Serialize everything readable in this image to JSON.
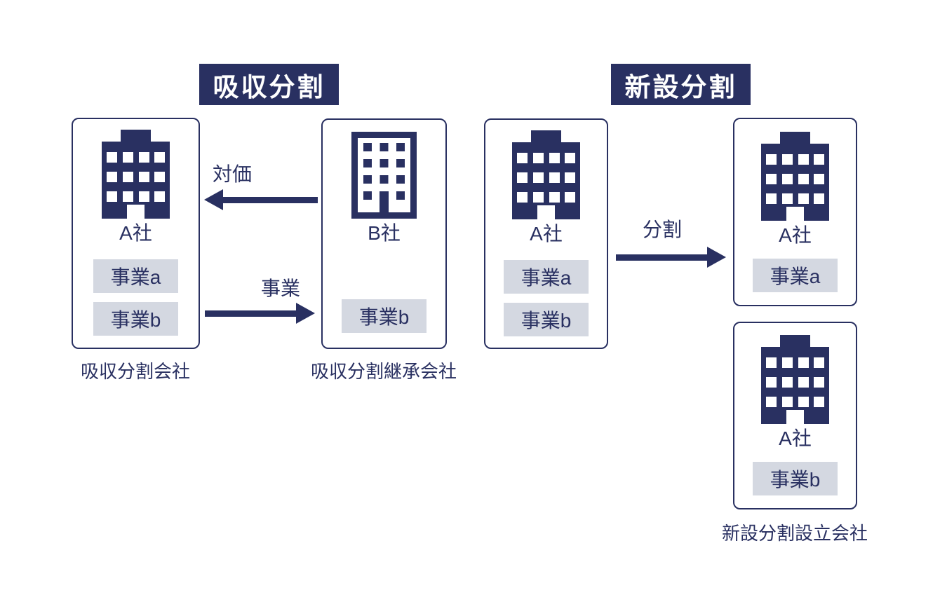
{
  "colors": {
    "navy": "#293061",
    "chip_background": "#d4d8e1",
    "badge_text": "#ffffff",
    "background": "#ffffff"
  },
  "absorption": {
    "title": "吸収分割",
    "splitting_company": {
      "name": "A社",
      "businesses": [
        "事業a",
        "事業b"
      ],
      "caption": "吸収分割会社"
    },
    "succeeding_company": {
      "name": "B社",
      "businesses": [
        "事業b"
      ],
      "caption": "吸収分割継承会社"
    },
    "consideration_arrow_label": "対価",
    "business_arrow_label": "事業"
  },
  "incorporation": {
    "title": "新設分割",
    "splitting_company": {
      "name": "A社",
      "businesses": [
        "事業a",
        "事業b"
      ]
    },
    "split_arrow_label": "分割",
    "new_company_a": {
      "name": "A社",
      "businesses": [
        "事業a"
      ]
    },
    "new_company_b": {
      "name": "A社",
      "businesses": [
        "事業b"
      ]
    },
    "new_companies_caption": "新設分割設立会社"
  }
}
